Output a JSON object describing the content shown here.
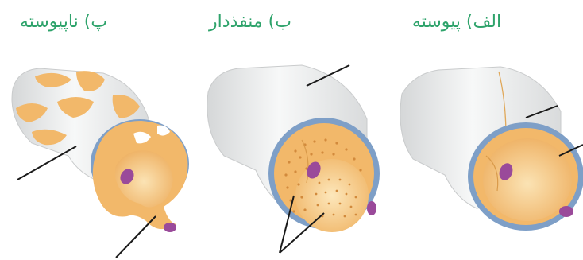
{
  "titles": {
    "continuous": "الف) پیوسته",
    "fenestrated": "ب) منفذدار",
    "discontinuous": "پ) ناپیوسته"
  },
  "colors": {
    "title_green": "#2ea36b",
    "tube_outer": "#e6e7e7",
    "tube_highlight": "#f6f7f7",
    "basement_ring": "#7e9fc7",
    "endothelium": "#f2b86a",
    "endothelium_light": "#f8d39a",
    "nucleus": "#9a4a9a",
    "leader_line": "#1a1a1a"
  }
}
